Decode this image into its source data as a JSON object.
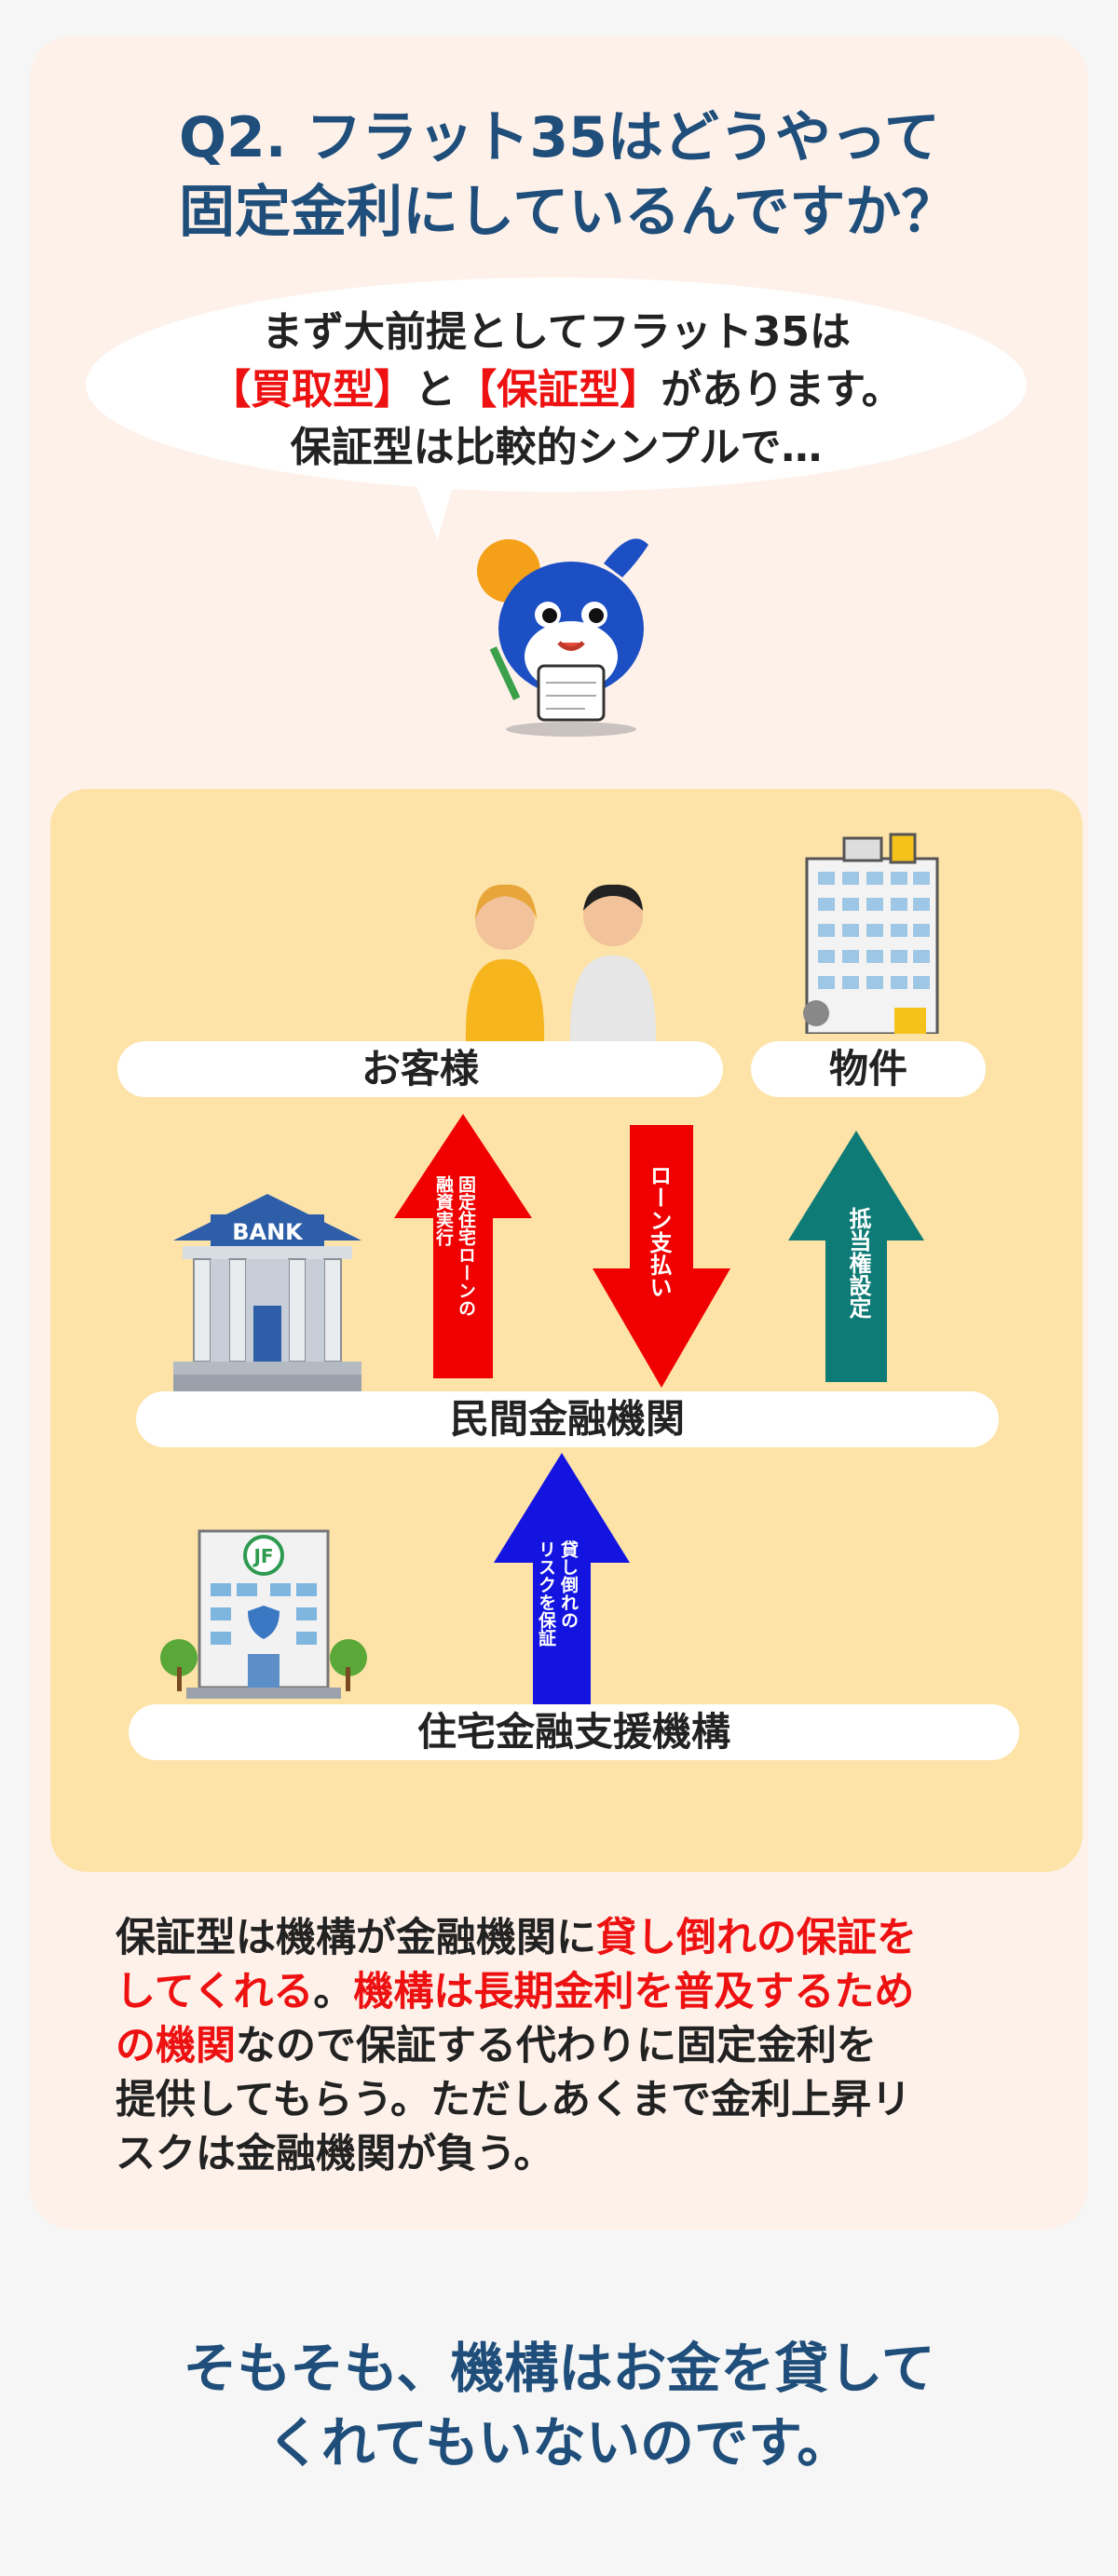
{
  "title": {
    "line1": "Q2. フラット35はどうやって",
    "line2": "固定金利にしているんですか？"
  },
  "bubble": {
    "line1": "まず大前提としてフラット35は",
    "line2_part1": "【買取型】",
    "line2_part2": "と",
    "line2_part3": "【保証型】",
    "line2_part4": "があります。",
    "line3": "保証型は比較的シンプルで…"
  },
  "diagram": {
    "customer_label": "お客様",
    "property_label": "物件",
    "bank_label": "民間金融機関",
    "agency_label": "住宅金融支援機構",
    "bank_sign": "BANK",
    "agency_sign": "JF",
    "arrow_loan_execution": "固定住宅ローンの融資実行",
    "arrow_loan_execution_line1": "固定住宅ローンの",
    "arrow_loan_execution_line2": "融資実行",
    "arrow_repayment": "ローン支払い",
    "arrow_mortgage": "抵当権設定",
    "arrow_guarantee_line1": "貸し倒れの",
    "arrow_guarantee_line2": "リスクを保証",
    "colors": {
      "red_arrow": "#f00000",
      "teal_arrow": "#0f7b76",
      "blue_arrow": "#1414e0",
      "background": "#fde3a8"
    }
  },
  "explanation": {
    "p1": "保証型は機構が金融機関に",
    "p2_red": "貸し倒れの保証を",
    "p3_red": "してくれる",
    "p4": "。",
    "p5_red": "機構は長期金利を普及するため",
    "p6_red": "の機関",
    "p7": "なので保証する代わりに固定金利を",
    "p8": "提供してもらう。ただしあくまで金利上昇リ",
    "p9": "スクは金融機関が負う。"
  },
  "bottom": {
    "line1": "そもそも、機構はお金を貸して",
    "line2": "くれてもいないのです。"
  }
}
